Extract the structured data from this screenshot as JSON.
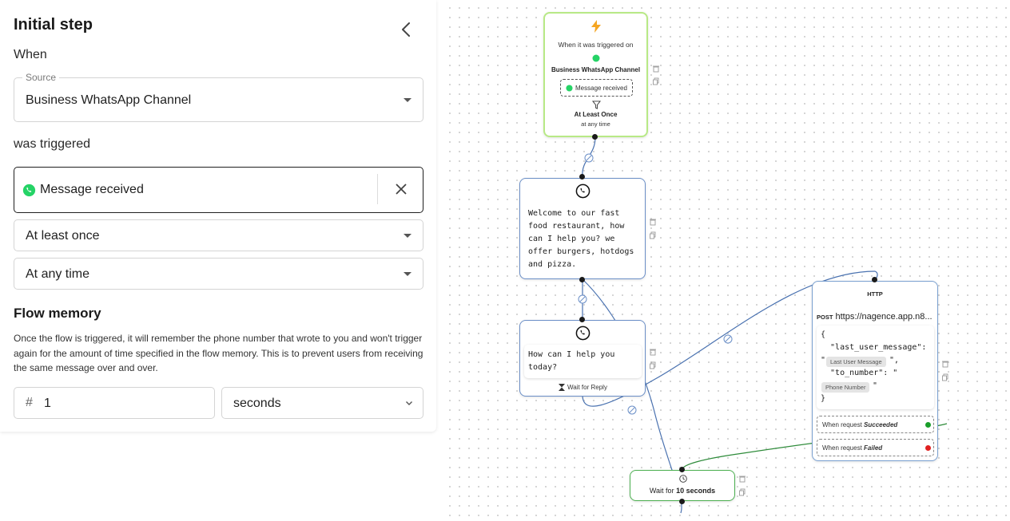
{
  "panel": {
    "title": "Initial step",
    "when_label": "When",
    "source": {
      "legend": "Source",
      "value": "Business WhatsApp Channel"
    },
    "was_triggered_label": "was triggered",
    "event": {
      "value": "Message received"
    },
    "frequency": {
      "value": "At least once"
    },
    "time": {
      "value": "At any time"
    },
    "flow_memory": {
      "title": "Flow memory",
      "description": "Once the flow is triggered, it will remember the phone number that wrote to you and won't trigger again for the amount of time specified in the flow memory. This is to prevent users from receiving the same message over and over.",
      "number_value": "1",
      "number_prefix": "#",
      "unit_value": "seconds"
    }
  },
  "canvas": {
    "trigger_node": {
      "line1": "When it was triggered on",
      "channel": "Business WhatsApp Channel",
      "event_chip": "Message received",
      "frequency": "At Least Once",
      "time": "at any time"
    },
    "message_node_1": {
      "text": "Welcome to our fast\nfood restaurant, how\ncan I help you? we\noffer burgers, hotdogs\nand pizza."
    },
    "message_node_2": {
      "text": "How can I help you\ntoday?",
      "footer": "Wait for Reply"
    },
    "http_node": {
      "title": "HTTP",
      "method": "POST",
      "url": "https://nagence.app.n8...",
      "body_line1": "{",
      "body_line2": "  \"last_user_message\":",
      "body_quote_open": "\"",
      "pill_last_msg": "Last User Message",
      "body_line3_tail": "\",",
      "body_line4": "  \"to_number\": \"",
      "pill_phone": "Phone Number",
      "body_line5_tail": "\"",
      "body_close": "}",
      "succeeded_prefix": "When request ",
      "succeeded_word": "Succeeded",
      "failed_prefix": "When request ",
      "failed_word": "Failed"
    },
    "wait_node": {
      "prefix": "Wait for ",
      "duration": "10 seconds"
    }
  },
  "colors": {
    "whatsapp_green": "#25d366",
    "trigger_border": "#b8e986",
    "wire_blue": "#4a72b0",
    "wire_green": "#2e8b3a",
    "success": "#1a9e2a",
    "failure": "#e02020"
  }
}
